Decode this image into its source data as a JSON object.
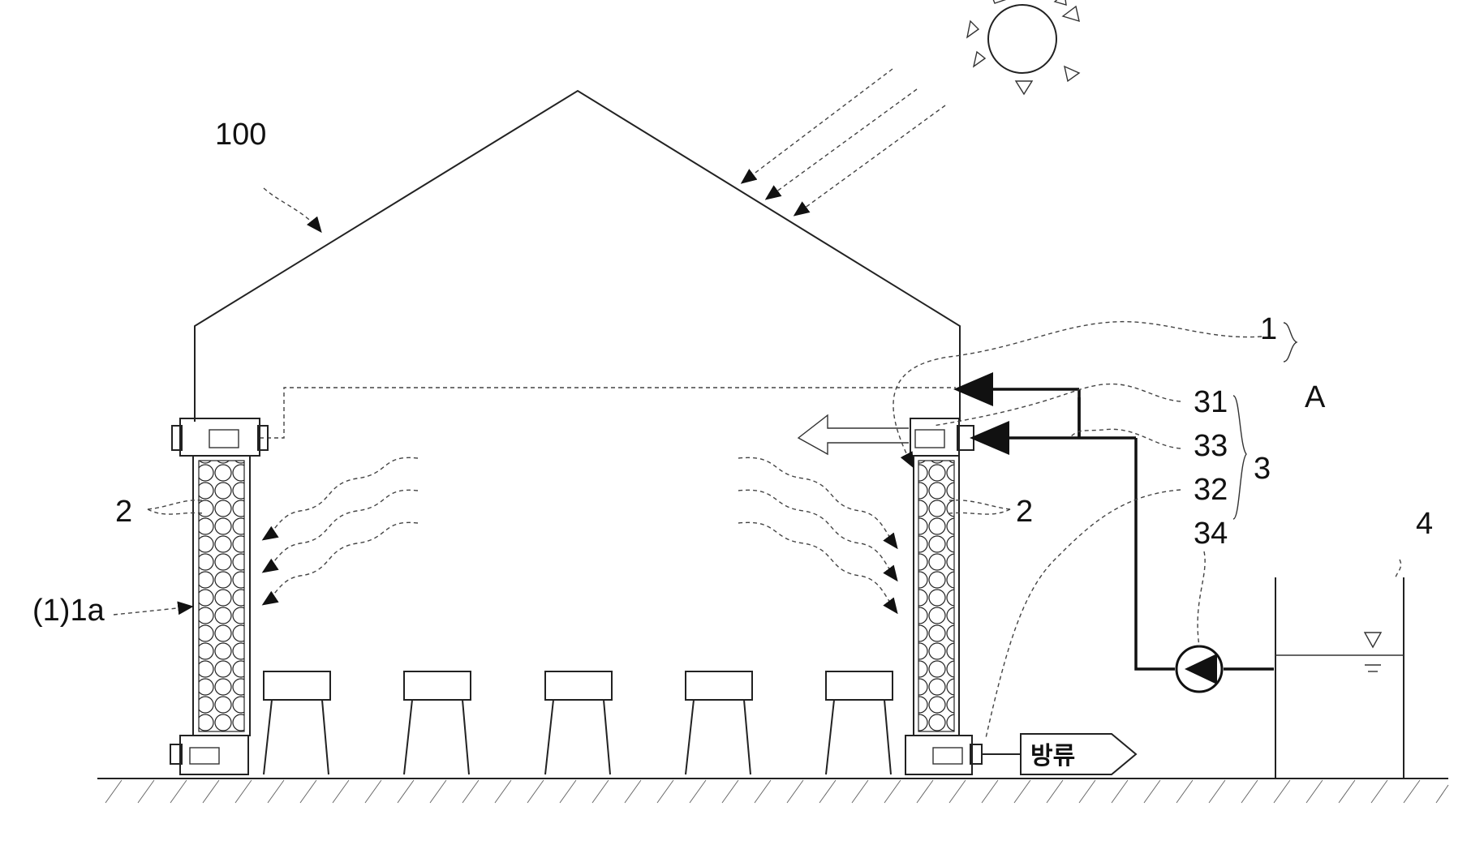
{
  "figure": {
    "labels": {
      "greenhouse": "100",
      "unit": "1",
      "pipe_upper": "31",
      "pipe_lower": "33",
      "drain_line": "32",
      "pump": "34",
      "assembly": "A",
      "supply_system": "3",
      "heat_storage_left": "2",
      "heat_storage_right": "2",
      "wall_panel": "(1)1a",
      "tank": "4"
    },
    "discharge_tag": "방류"
  }
}
